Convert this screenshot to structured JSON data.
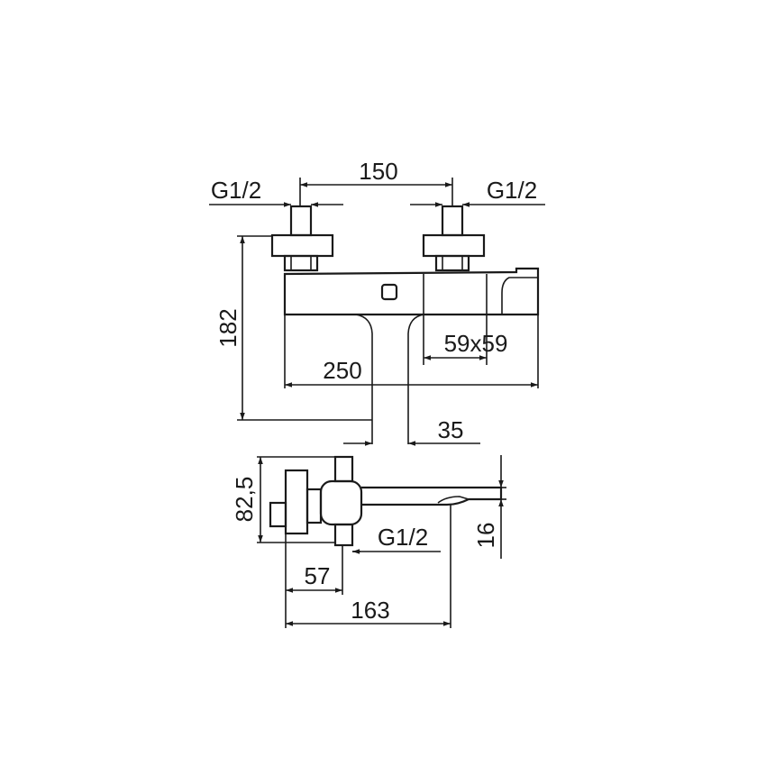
{
  "drawing": {
    "top_view": {
      "thread_left": "G1/2",
      "thread_right": "G1/2",
      "inlet_spacing": "150",
      "height": "182",
      "body_section": "59x59",
      "overall_width": "250",
      "spout_offset": "35"
    },
    "side_view": {
      "depth": "82,5",
      "thread": "G1/2",
      "spout_thickness": "16",
      "inlet_projection": "57",
      "spout_reach": "163"
    }
  }
}
